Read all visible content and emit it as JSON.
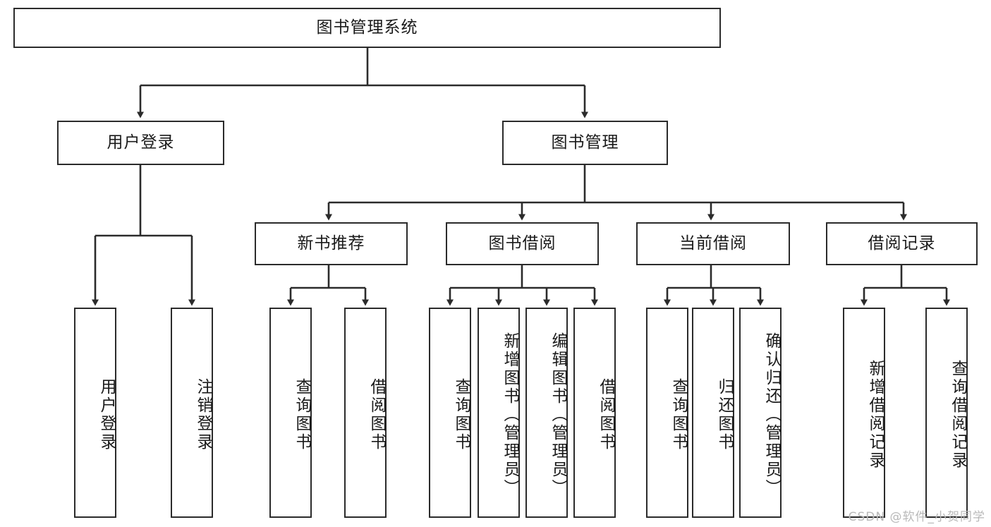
{
  "diagram": {
    "title": "图书管理系统",
    "type": "tree-hierarchy-diagram",
    "root": {
      "label": "图书管理系统"
    },
    "level2": [
      {
        "label": "用户登录"
      },
      {
        "label": "图书管理"
      }
    ],
    "level3": [
      {
        "label": "新书推荐"
      },
      {
        "label": "图书借阅"
      },
      {
        "label": "当前借阅"
      },
      {
        "label": "借阅记录"
      }
    ],
    "leaves": {
      "user_login": [
        {
          "label": "用户登录"
        },
        {
          "label": "注销登录"
        }
      ],
      "new_book_recommend": [
        {
          "label": "查询图书"
        },
        {
          "label": "借阅图书"
        }
      ],
      "book_borrow": [
        {
          "label": "查询图书"
        },
        {
          "label": "新增图书（管理员）"
        },
        {
          "label": "编辑图书（管理员）"
        },
        {
          "label": "借阅图书"
        }
      ],
      "current_borrow": [
        {
          "label": "查询图书"
        },
        {
          "label": "归还图书"
        },
        {
          "label": "确认归还（管理员）"
        }
      ],
      "borrow_record": [
        {
          "label": "新增借阅记录"
        },
        {
          "label": "查询借阅记录"
        }
      ]
    }
  },
  "watermark": {
    "text": "CSDN @软件_小贺同学"
  },
  "colors": {
    "border": "#2b2b2b",
    "text": "#1a1a1a",
    "background": "#ffffff",
    "watermark": "#b9b9b9"
  }
}
